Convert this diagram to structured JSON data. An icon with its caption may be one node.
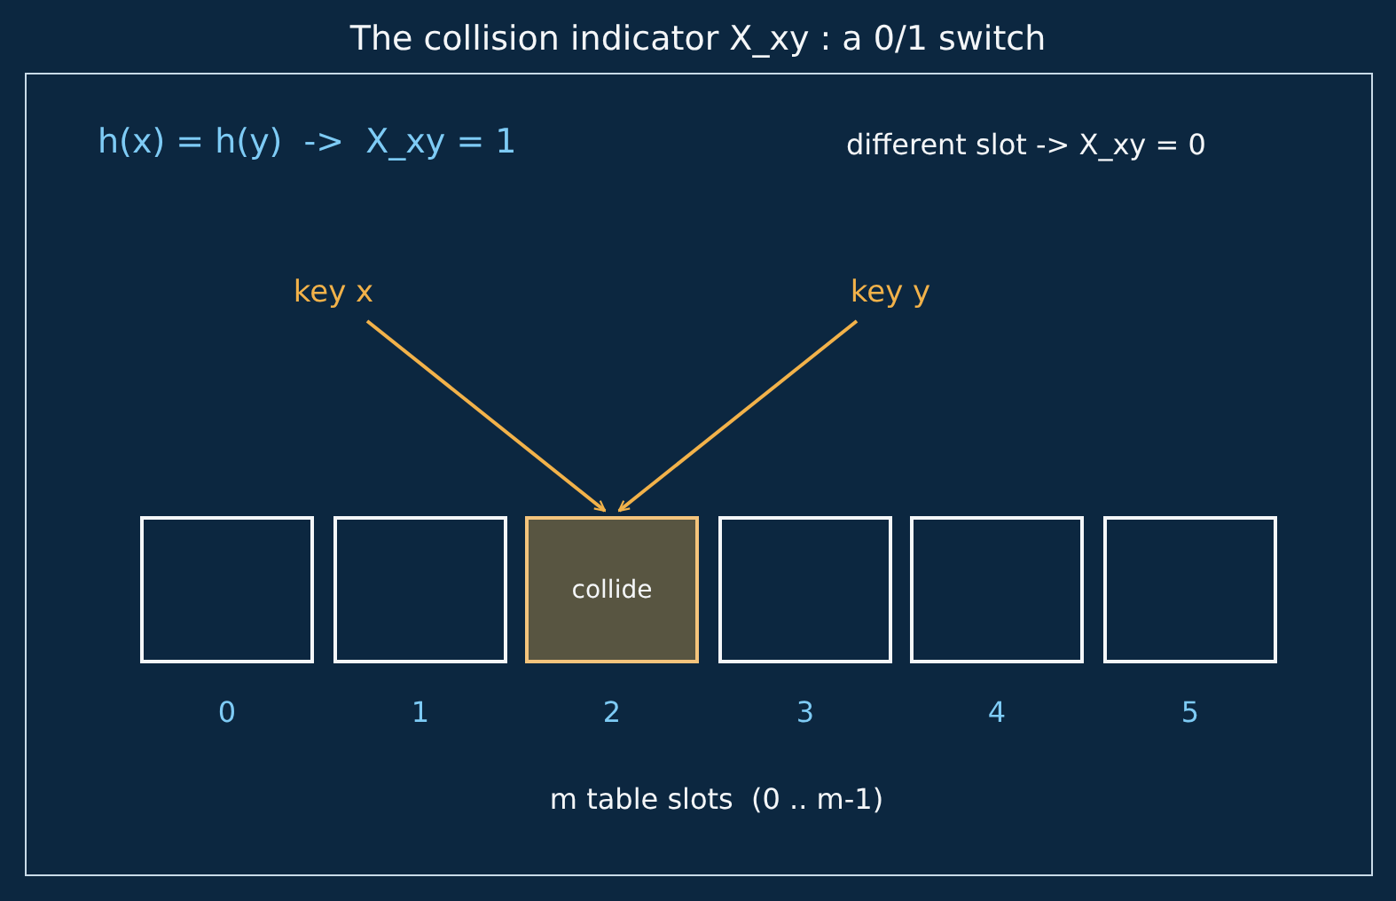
{
  "diagram": {
    "title": "The collision indicator X_xy : a 0/1 switch",
    "nodes": [
      {
        "text": [
          "key x"
        ]
      },
      {
        "text": [
          "key y"
        ]
      },
      {
        "text": [],
        "shape": "box",
        "beside": [
          "0"
        ]
      },
      {
        "text": [],
        "shape": "box",
        "beside": [
          "1"
        ]
      },
      {
        "text": [
          "collide"
        ],
        "beside": [
          "2"
        ]
      },
      {
        "text": [],
        "shape": "box",
        "beside": [
          "3"
        ]
      },
      {
        "text": [],
        "shape": "box",
        "beside": [
          "4"
        ]
      },
      {
        "text": [],
        "shape": "box",
        "beside": [
          "5"
        ]
      }
    ],
    "edges": [
      {
        "from": 0,
        "to": 4,
        "arrow": "to"
      },
      {
        "from": 1,
        "to": 4,
        "arrow": "to"
      }
    ],
    "labels": [
      "h(x) = h(y)  ->  X_xy = 1",
      "different slot -> X_xy = 0",
      "m table slots  (0 .. m-1)"
    ]
  }
}
